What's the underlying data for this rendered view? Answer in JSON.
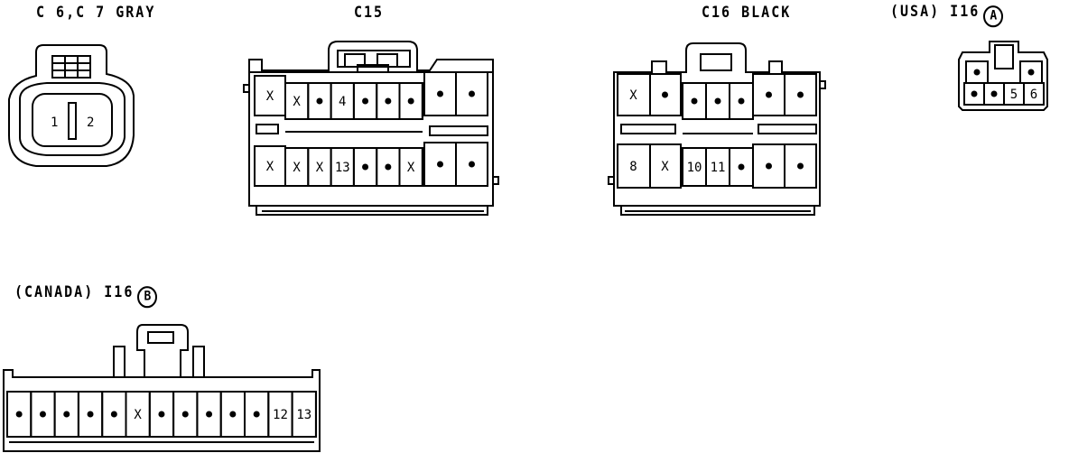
{
  "labels": {
    "c6c7": "C 6,C 7 GRAY",
    "c15": "C15",
    "c16": "C16 BLACK",
    "i16a": "(USA) I16",
    "i16a_badge": "A",
    "i16b": "(CANADA) I16",
    "i16b_badge": "B"
  },
  "c6c7_pins": [
    "1",
    "2"
  ],
  "c15": {
    "top_left": "X",
    "bottom_left": "X",
    "top_mid": [
      "X",
      "•",
      "4",
      "•",
      "•",
      "•"
    ],
    "bottom_mid": [
      "X",
      "X",
      "13",
      "•",
      "•",
      "X"
    ],
    "top_right": [
      "•",
      "•"
    ],
    "bottom_right": [
      "•",
      "•"
    ]
  },
  "c16": {
    "top_left": [
      "X",
      "•"
    ],
    "bottom_left": [
      "8",
      "X"
    ],
    "top_mid": [
      "•",
      "•",
      "•"
    ],
    "bottom_mid": [
      "10",
      "11",
      "•"
    ],
    "top_right": [
      "•",
      "•"
    ],
    "bottom_right": [
      "•",
      "•"
    ]
  },
  "i16a": {
    "top": [
      "•",
      "•"
    ],
    "bottom": [
      "•",
      "•",
      "5",
      "6"
    ]
  },
  "i16b": {
    "pins": [
      "•",
      "•",
      "•",
      "•",
      "•",
      "X",
      "•",
      "•",
      "•",
      "•",
      "•",
      "12",
      "13"
    ]
  }
}
